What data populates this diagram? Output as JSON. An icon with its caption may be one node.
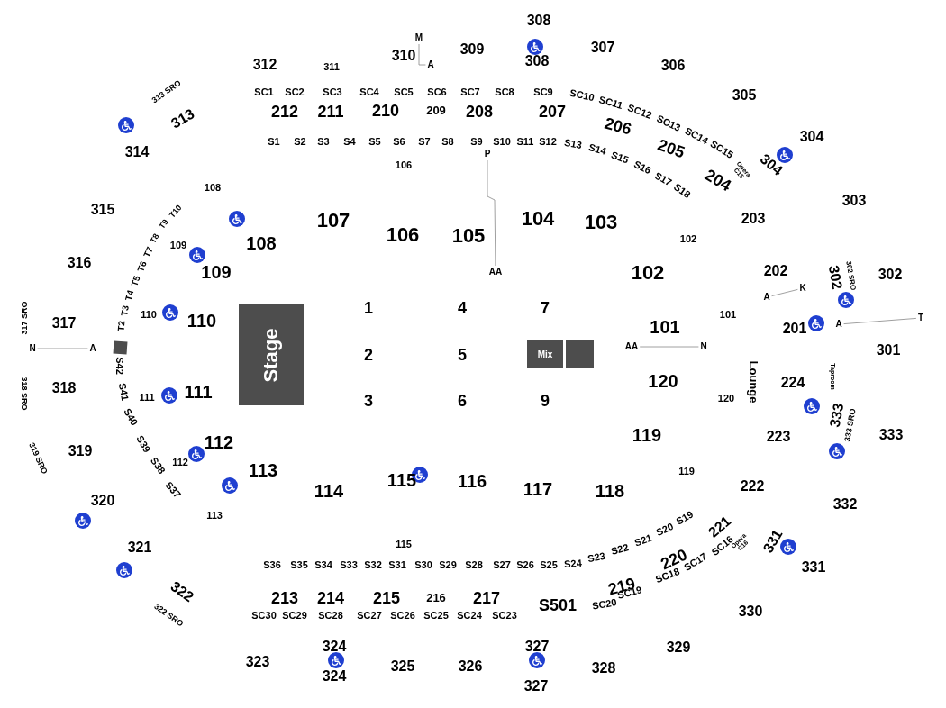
{
  "diagram": {
    "nodes": [
      {
        "text": [
          "Stage"
        ]
      },
      {
        "text": [
          "Mix"
        ]
      },
      {
        "text": [],
        "shape": "box"
      },
      {
        "text": [
          "M"
        ]
      },
      {
        "text": [
          "A"
        ]
      },
      {
        "text": [
          "P"
        ]
      },
      {
        "text": [
          "AA"
        ]
      },
      {
        "text": [
          "A"
        ]
      },
      {
        "text": [
          "K"
        ]
      },
      {
        "text": [
          "A"
        ]
      },
      {
        "text": [
          "T"
        ]
      },
      {
        "text": [
          "N"
        ]
      },
      {
        "text": [
          "A"
        ]
      },
      {
        "text": [
          "AA"
        ]
      },
      {
        "text": [
          "N"
        ]
      }
    ],
    "edges": [
      {
        "from": 3,
        "to": 4,
        "arrow": "none"
      },
      {
        "from": 5,
        "to": 6,
        "arrow": "none"
      },
      {
        "from": 7,
        "to": 8,
        "arrow": "none"
      },
      {
        "from": 9,
        "to": 10,
        "arrow": "none"
      },
      {
        "from": 11,
        "to": 12,
        "arrow": "none"
      },
      {
        "from": 13,
        "to": 14,
        "arrow": "none"
      }
    ],
    "labels": [
      "308",
      "312",
      "311",
      "310",
      "309",
      "308",
      "307",
      "306",
      "313 SRO",
      "305",
      "SC1",
      "SC2",
      "SC3",
      "SC4",
      "SC5",
      "SC6",
      "SC7",
      "SC8",
      "SC9",
      "SC10",
      "SC11",
      "SC12",
      "SC13",
      "SC14",
      "SC15",
      "Opera C15",
      "212",
      "211",
      "210",
      "209",
      "208",
      "207",
      "206",
      "205",
      "204",
      "313",
      "314",
      "304",
      "304",
      "S1",
      "S2",
      "S3",
      "S4",
      "S5",
      "S6",
      "S7",
      "S8",
      "S9",
      "S10",
      "S11",
      "S12",
      "S13",
      "S14",
      "S15",
      "S16",
      "S17",
      "S18",
      "106",
      "108",
      "315",
      "T10",
      "T9",
      "T8",
      "T7",
      "T6",
      "T5",
      "T4",
      "T3",
      "T2",
      "107",
      "106",
      "105",
      "104",
      "103",
      "203",
      "303",
      "108",
      "109",
      "109",
      "316",
      "102",
      "102",
      "202",
      "302",
      "302 SRO",
      "302",
      "1",
      "4",
      "7",
      "110",
      "110",
      "317 SRO",
      "317",
      "101",
      "101",
      "Lounge",
      "201",
      "2",
      "5",
      "301",
      "S42",
      "318 SRO",
      "318",
      "S41",
      "111",
      "111",
      "3",
      "6",
      "9",
      "120",
      "120",
      "224",
      "Taproom",
      "S40",
      "333",
      "333 SRO",
      "119",
      "223",
      "333",
      "319 SRO",
      "319",
      "S39",
      "112",
      "112",
      "S38",
      "113",
      "119",
      "S37",
      "114",
      "115",
      "116",
      "117",
      "118",
      "222",
      "320",
      "332",
      "113",
      "S19",
      "S20",
      "221",
      "Opera C16",
      "115",
      "321",
      "331",
      "331",
      "S36",
      "S35",
      "S34",
      "S33",
      "S32",
      "S31",
      "S30",
      "S29",
      "S28",
      "S27",
      "S26",
      "S25",
      "S24",
      "S23",
      "S22",
      "S21",
      "SC16",
      "SC17",
      "220",
      "SC18",
      "219",
      "SC19",
      "SC20",
      "322",
      "322 SRO",
      "213",
      "214",
      "215",
      "216",
      "217",
      "S501",
      "SC30",
      "SC29",
      "SC28",
      "SC27",
      "SC26",
      "SC25",
      "SC24",
      "SC23",
      "330",
      "324",
      "327",
      "329",
      "323",
      "325",
      "326",
      "328",
      "324",
      "327"
    ]
  }
}
